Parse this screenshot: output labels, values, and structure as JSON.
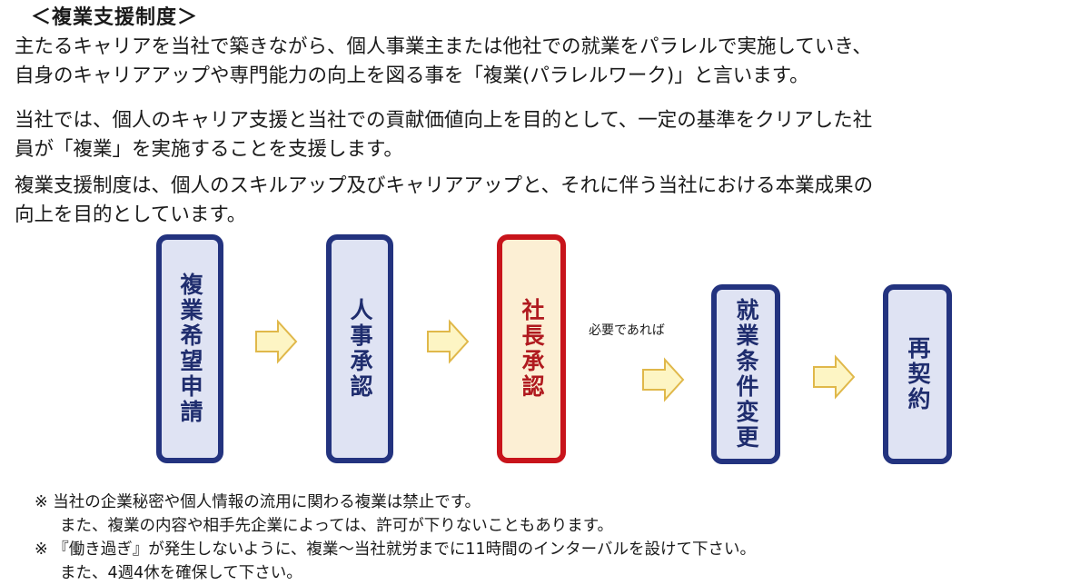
{
  "title": "＜複業支援制度＞",
  "paragraphs": [
    {
      "line1": "主たるキャリアを当社で築きながら、個人事業主または他社での就業をパラレルで実施していき、",
      "line2": "自身のキャリアアップや専門能力の向上を図る事を「複業(パラレルワーク)」と言います。"
    },
    {
      "line1": "当社では、個人のキャリア支援と当社での貢献価値向上を目的として、一定の基準をクリアした社",
      "line2": "員が「複業」を実施することを支援します。"
    },
    {
      "line1": "複業支援制度は、個人のスキルアップ及びキャリアアップと、それに伴う当社における本業成果の",
      "line2": "向上を目的としています。"
    }
  ],
  "flow": {
    "steps": [
      {
        "label": "複業希望申請"
      },
      {
        "label": "人事承認"
      },
      {
        "label": "社長承認"
      },
      {
        "label": "就業条件変更"
      },
      {
        "label": "再契約"
      }
    ],
    "conditional_label": "必要であれば",
    "colors": {
      "normal_border": "#23337f",
      "normal_fill": "#dfe3f3",
      "highlight_border": "#c8141b",
      "highlight_fill": "#fcefd4",
      "arrow_fill": "#fdf5c4",
      "arrow_stroke": "#e0b84a"
    }
  },
  "notes": {
    "n1": "※ 当社の企業秘密や個人情報の流用に関わる複業は禁止です。",
    "n2": "また、複業の内容や相手先企業によっては、許可が下りないこともあります。",
    "n3": "※ 『働き過ぎ』が発生しないように、複業～当社就労までに11時間のインターバルを設けて下さい。",
    "n4": "また、4週4休を確保して下さい。"
  }
}
